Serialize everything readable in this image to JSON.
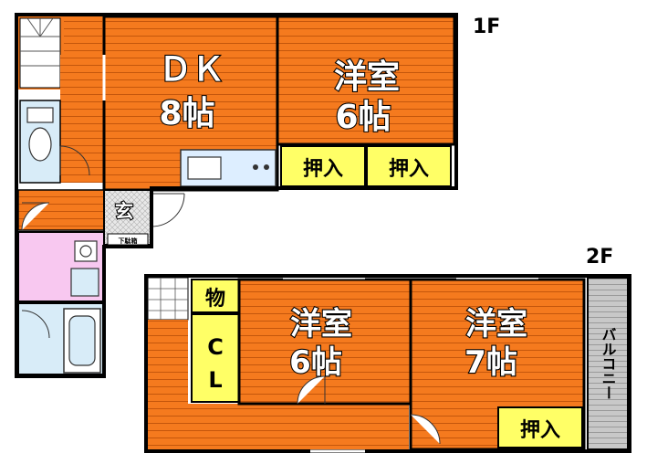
{
  "floors": {
    "first": {
      "label": "1F",
      "rooms": {
        "dk": {
          "name": "ＤＫ",
          "size": "8帖"
        },
        "western": {
          "name": "洋室",
          "size": "6帖"
        },
        "closet_a": "押入",
        "closet_b": "押入",
        "entrance": "玄",
        "shoe_box": "下駄箱"
      }
    },
    "second": {
      "label": "2F",
      "rooms": {
        "storage": "物",
        "closet_cl": {
          "line1": "C",
          "line2": "L"
        },
        "western_left": {
          "name": "洋室",
          "size": "6帖"
        },
        "western_right": {
          "name": "洋室",
          "size": "7帖"
        },
        "closet": "押入",
        "balcony": "バルコニー"
      }
    }
  },
  "colors": {
    "floor_orange": "#f57a1e",
    "closet_yellow": "#ffff66",
    "wet_blue": "#d8ecf8",
    "washroom_pink": "#f8c8f0",
    "balcony_gray": "#c8c8c8",
    "wall": "#000000"
  }
}
